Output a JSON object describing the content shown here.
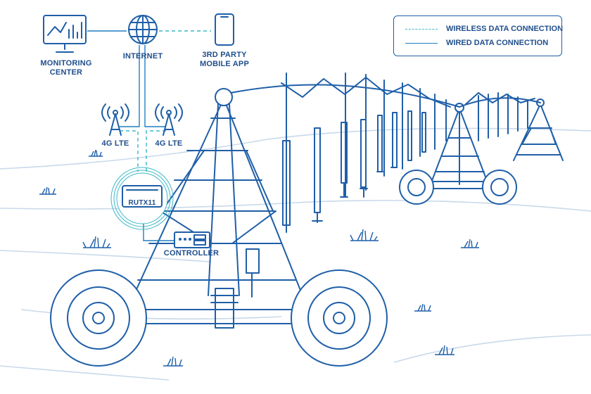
{
  "labels": {
    "monitoring_center": [
      "MONITORING",
      "CENTER"
    ],
    "internet": "INTERNET",
    "mobile_app": [
      "3RD PARTY",
      "MOBILE APP"
    ],
    "lte_left": "4G LTE",
    "lte_right": "4G LTE",
    "router": "RUTX11",
    "controller": "CONTROLLER"
  },
  "legend": {
    "wireless": "WIRELESS DATA CONNECTION",
    "wired": "WIRED DATA CONNECTION"
  },
  "colors": {
    "primary": "#1f5fa8",
    "wireless_line": "#3bb8c8",
    "wired_line": "#1f7fc0",
    "ground": "#c9d9ea"
  },
  "icons": [
    "monitor-chart-icon",
    "globe-icon",
    "smartphone-icon",
    "cell-tower-icon",
    "router-icon",
    "controller-icon",
    "irrigation-pivot-icon",
    "tractor-wheel-icon",
    "grass-tuft-icon"
  ]
}
